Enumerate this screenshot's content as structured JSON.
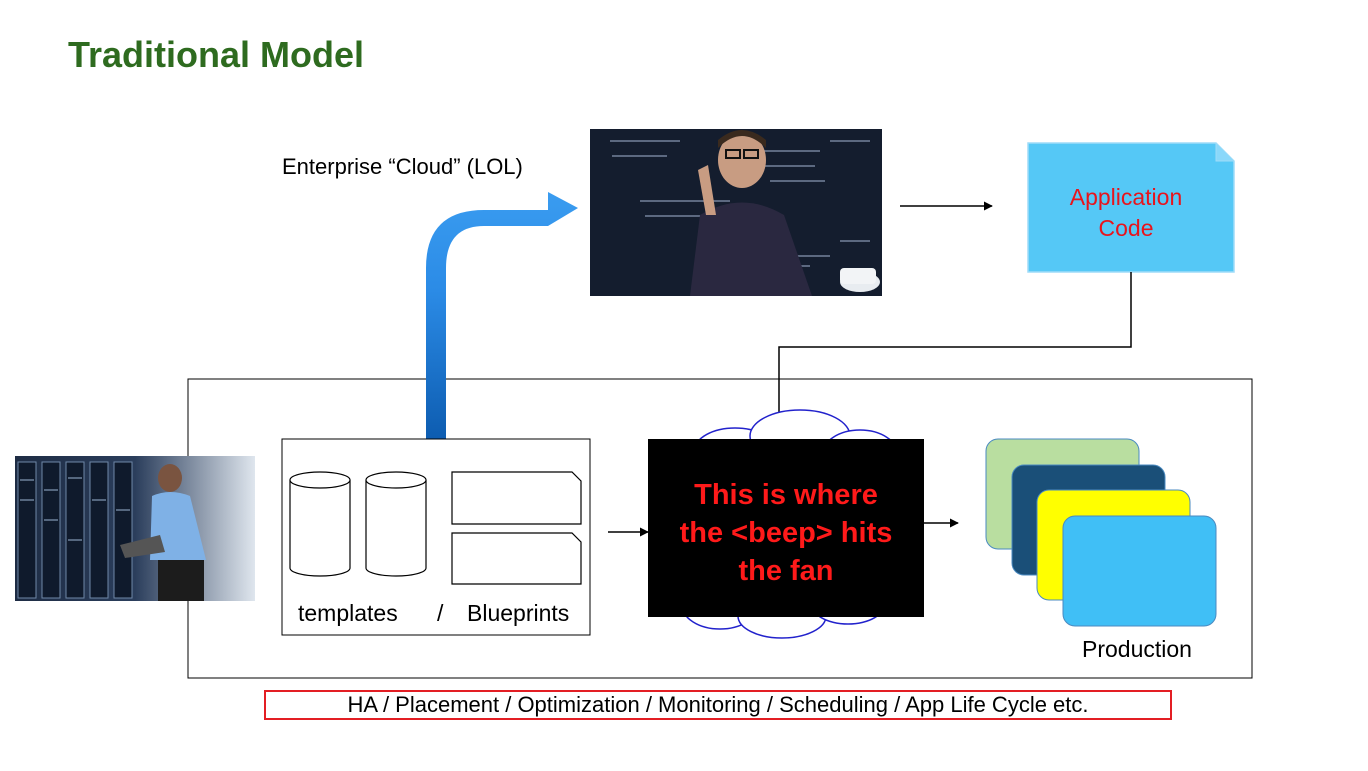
{
  "slide": {
    "title": "Traditional Model",
    "enterprise_label": "Enterprise “Cloud” (LOL)",
    "application_code": {
      "line1": "Application",
      "line2": "Code"
    },
    "beep_box": {
      "line1": "This is where",
      "line2": "the <beep> hits",
      "line3": "the fan"
    },
    "templates_label": "templates",
    "separator": "/",
    "blueprints_label": "Blueprints",
    "production_label": "Production",
    "services_bar": "HA / Placement / Optimization / Monitoring / Scheduling / App Life Cycle etc."
  },
  "colors": {
    "title_green": "#2e6b1f",
    "app_code_fill": "#55c8f6",
    "app_code_text": "#e8141c",
    "beep_text": "#ff1a1a",
    "beep_fill": "#000000",
    "cloud_outline": "#2222cc",
    "arrow_blue": "#1e7fd8",
    "card_green": "#b9dea0",
    "card_navy": "#1a4f78",
    "card_yellow": "#ffff00",
    "card_cyan": "#40bff6",
    "services_border": "#e31e24"
  },
  "icons": [
    "developer-photo",
    "datacenter-admin-photo",
    "database-cylinder-icon",
    "document-icon",
    "cloud-shape"
  ]
}
